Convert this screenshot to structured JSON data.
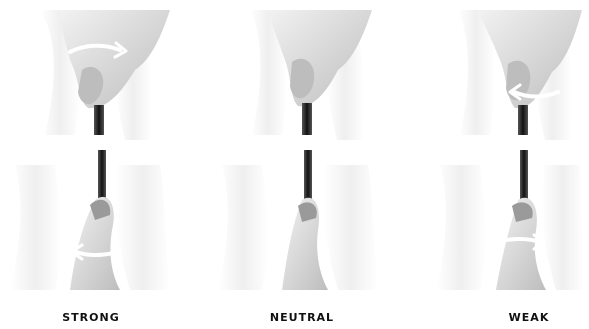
{
  "captions": {
    "strong": "STRONG",
    "neutral": "NEUTRAL",
    "weak": "WEAK"
  },
  "colors": {
    "background": "#ffffff",
    "caption": "#111111",
    "skin_shade": "#c9c9c9",
    "club_shaft": "#333333"
  }
}
